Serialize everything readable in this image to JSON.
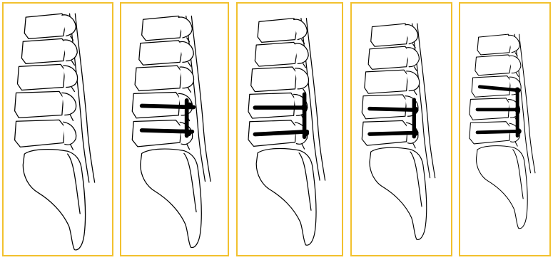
{
  "figure": {
    "panels": [
      {
        "id": "panel-1",
        "fixation": "none"
      },
      {
        "id": "panel-2",
        "fixation": "two-level"
      },
      {
        "id": "panel-3",
        "fixation": "two-level"
      },
      {
        "id": "panel-4",
        "fixation": "two-level"
      },
      {
        "id": "panel-5",
        "fixation": "three-level"
      }
    ],
    "colors": {
      "border": "#f2c12e",
      "line": "#000000",
      "background": "#ffffff"
    }
  }
}
